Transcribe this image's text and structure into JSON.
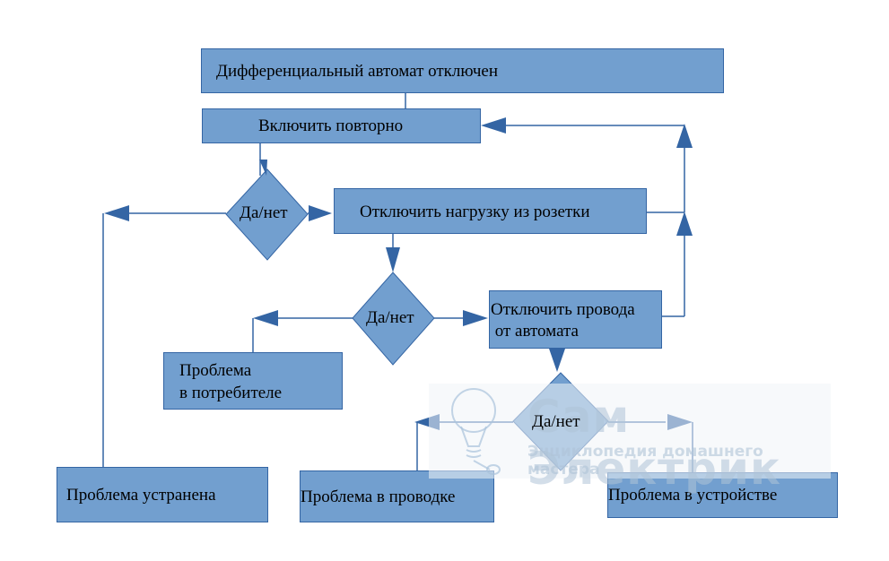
{
  "nodes": {
    "start": "Дифференциальный автомат отключен",
    "retry": "Включить повторно",
    "decision1": "Да/нет",
    "unplug_load": "Отключить нагрузку из розетки",
    "decision2": "Да/нет",
    "disconnect_wires_line1": "Отключить провода",
    "disconnect_wires_line2": " от автомата",
    "consumer_problem_line1": "Проблема",
    "consumer_problem_line2": "в потребителе",
    "decision3": "Да/нет",
    "problem_solved": "Проблема устранена",
    "wiring_problem": "Проблема в проводке",
    "device_problem": "Проблема в устройстве"
  },
  "watermark": {
    "title": "Сам Электрик",
    "subtitle": "Энциклопедия домашнего мастера",
    "icon": "lightbulb-plug-icon"
  },
  "colors": {
    "box_fill": "#729fcf",
    "box_border": "#3465a4",
    "connector": "#3465a4"
  }
}
